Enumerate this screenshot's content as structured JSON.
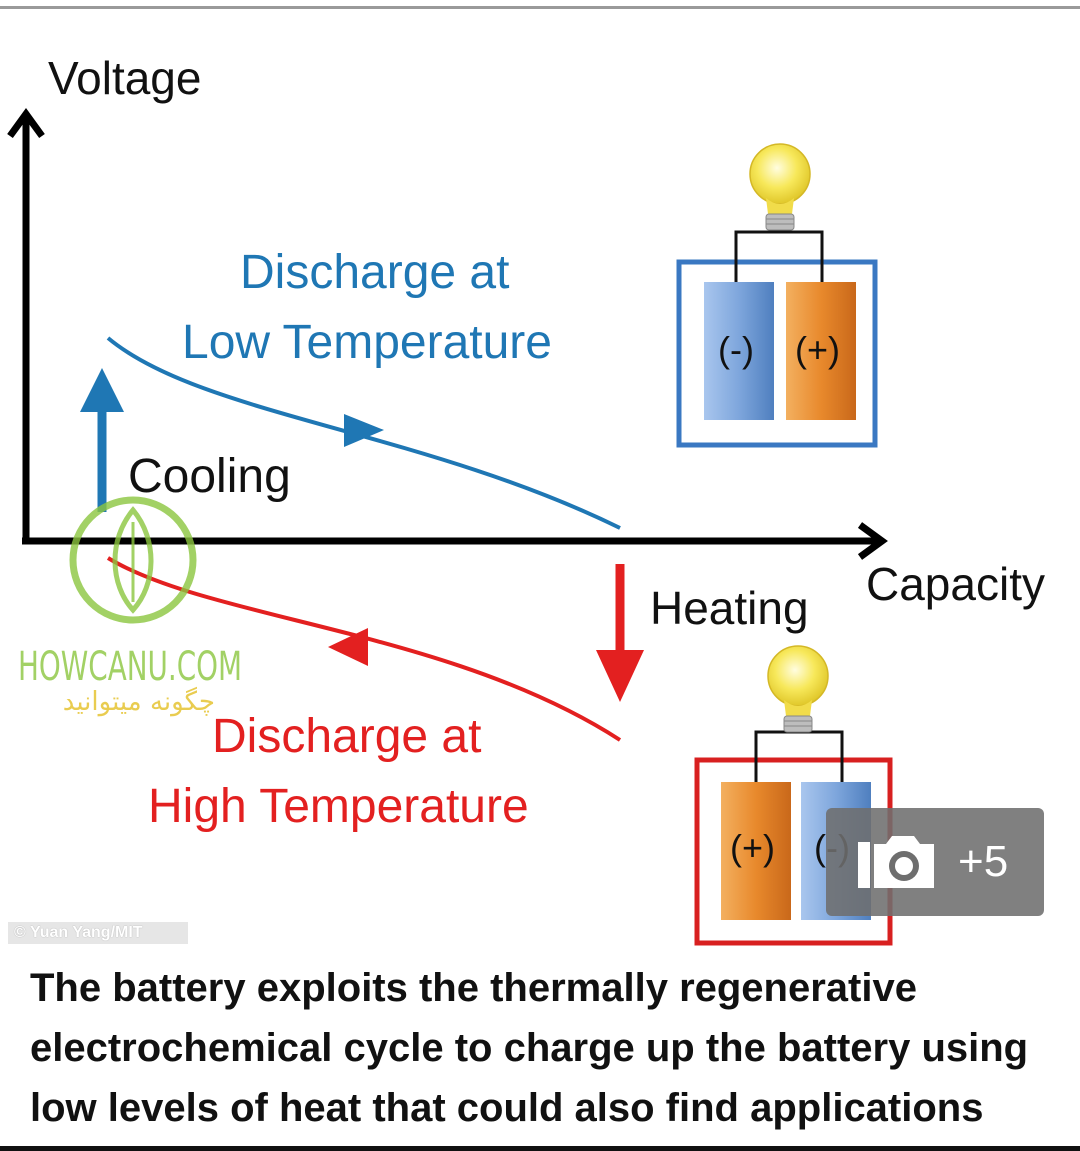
{
  "diagram": {
    "axis_y_label": "Voltage",
    "axis_x_label": "Capacity",
    "low_temp_label_line1": "Discharge at",
    "low_temp_label_line2": "Low Temperature",
    "high_temp_label_line1": "Discharge at",
    "high_temp_label_line2": "High Temperature",
    "cooling_label": "Cooling",
    "heating_label": "Heating",
    "cell_negative": "(-)",
    "cell_positive": "(+)",
    "colors": {
      "low_temperature": "#1f77b4",
      "high_temperature": "#e32020",
      "negative_cell": "#7ea6dc",
      "positive_cell": "#e8892c",
      "bulb": "#f7e85a"
    }
  },
  "watermark": {
    "site": "HOWCANU.COM",
    "tagline": "چگونه میتوانید"
  },
  "credit": "© Yuan Yang/MIT",
  "gallery": {
    "icon": "camera-icon",
    "count": "+5"
  },
  "caption": "The battery exploits the thermally regenerative electrochemical cycle to charge up the battery using low levels of heat that could also find applications"
}
